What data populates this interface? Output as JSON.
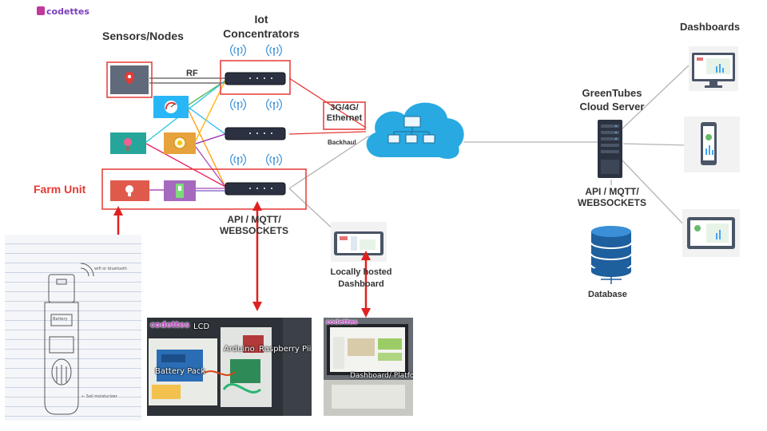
{
  "brand": {
    "logo_text": "codettes",
    "accent": "#7a3fb8"
  },
  "headers": {
    "sensors": "Sensors/Nodes",
    "concentrators": "Iot\nConcentrators",
    "dashboards": "Dashboards"
  },
  "links": {
    "rf": "RF",
    "wan": "3G/4G/\nEthernet",
    "backhaul": "Backhaul",
    "api_left": "API / MQTT/\nWEBSOCKETS",
    "api_right": "API / MQTT/\nWEBSOCKETS"
  },
  "nodes": {
    "farm_unit": "Farm Unit",
    "cloud_server": "GreenTubes\nCloud Server",
    "database": "Database",
    "local_dashboard": "Locally hosted\nDashboard"
  },
  "photos": {
    "sketch": {
      "wifi_note": "wifi or bluetooth",
      "battery": "Battery",
      "soil": "← Soil moisturizer"
    },
    "hardware": {
      "logo": "codettes",
      "lcd": "LCD",
      "arduino": "Arduino",
      "raspberry": "Raspberry Pii",
      "battery_pack": "Battery Pack"
    },
    "laptop": {
      "logo": "codettes",
      "caption": "Dashboard/ Platform"
    }
  },
  "colors": {
    "highlight": "#e53935",
    "arrow": "#e02020",
    "cloud": "#29a9e1",
    "line": "#b3b3b3"
  }
}
